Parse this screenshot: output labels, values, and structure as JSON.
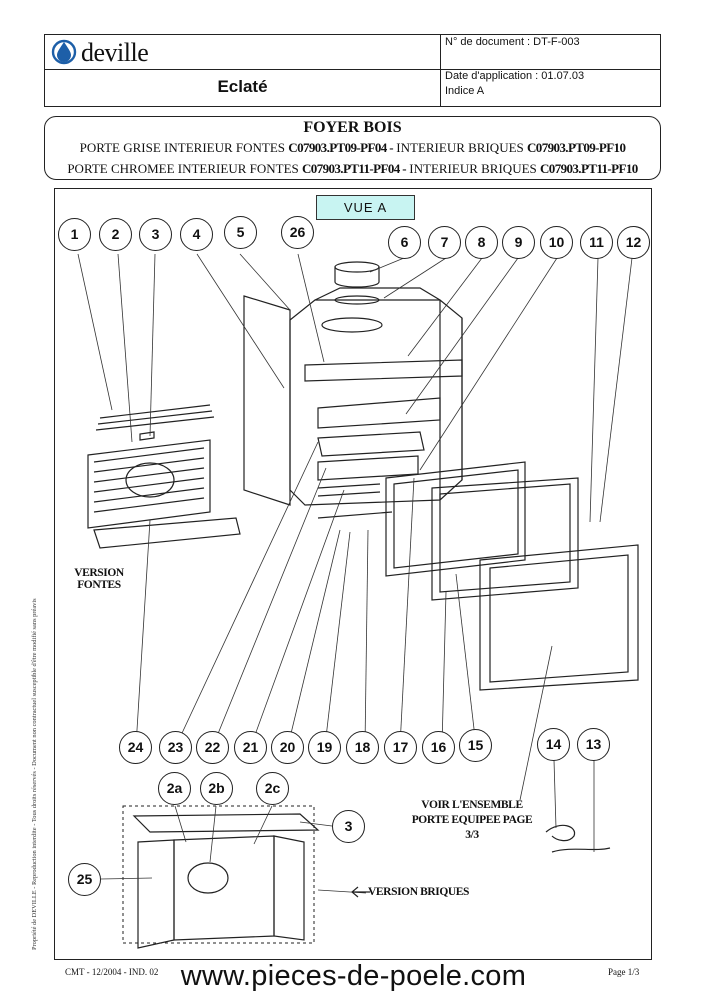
{
  "header": {
    "brand": "deville",
    "doc_number": "N° de document : DT-F-003",
    "title": "Eclaté",
    "date": "Date d'application : 01.07.03",
    "indice": "Indice A"
  },
  "product": {
    "title": "FOYER BOIS",
    "line1_a": "PORTE GRISE INTERIEUR FONTES ",
    "line1_ref1": "C07903.PT09-PF04 -",
    "line1_b": " INTERIEUR BRIQUES ",
    "line1_ref2": "C07903.PT09-PF10",
    "line2_a": "PORTE CHROMEE INTERIEUR FONTES ",
    "line2_ref1": "C07903.PT11-PF04 -",
    "line2_b": " INTERIEUR BRIQUES ",
    "line2_ref2": "C07903.PT11-PF10"
  },
  "diagram": {
    "view_label": "VUE A",
    "version_fontes": "VERSION FONTES",
    "version_briques": "VERSION BRIQUES",
    "voir_ensemble": "VOIR L'ENSEMBLE PORTE EQUIPEE PAGE 3/3",
    "legal": "Propriété de DEVILLE - Reproduction interdite - Tous droits réservés - Document non contractuel susceptible d'être modifié sans préavis",
    "callouts_top": [
      "1",
      "2",
      "3",
      "4",
      "5",
      "26",
      "6",
      "7",
      "8",
      "9",
      "10",
      "11",
      "12"
    ],
    "callouts_bottom": [
      "24",
      "23",
      "22",
      "21",
      "20",
      "19",
      "18",
      "17",
      "16",
      "15",
      "14",
      "13"
    ],
    "callouts_bricks": [
      "2a",
      "2b",
      "2c",
      "3",
      "25"
    ]
  },
  "footer": {
    "ref": "CMT - 12/2004 - IND. 02",
    "page": "Page 1/3",
    "website": "www.pieces-de-poele.com"
  }
}
